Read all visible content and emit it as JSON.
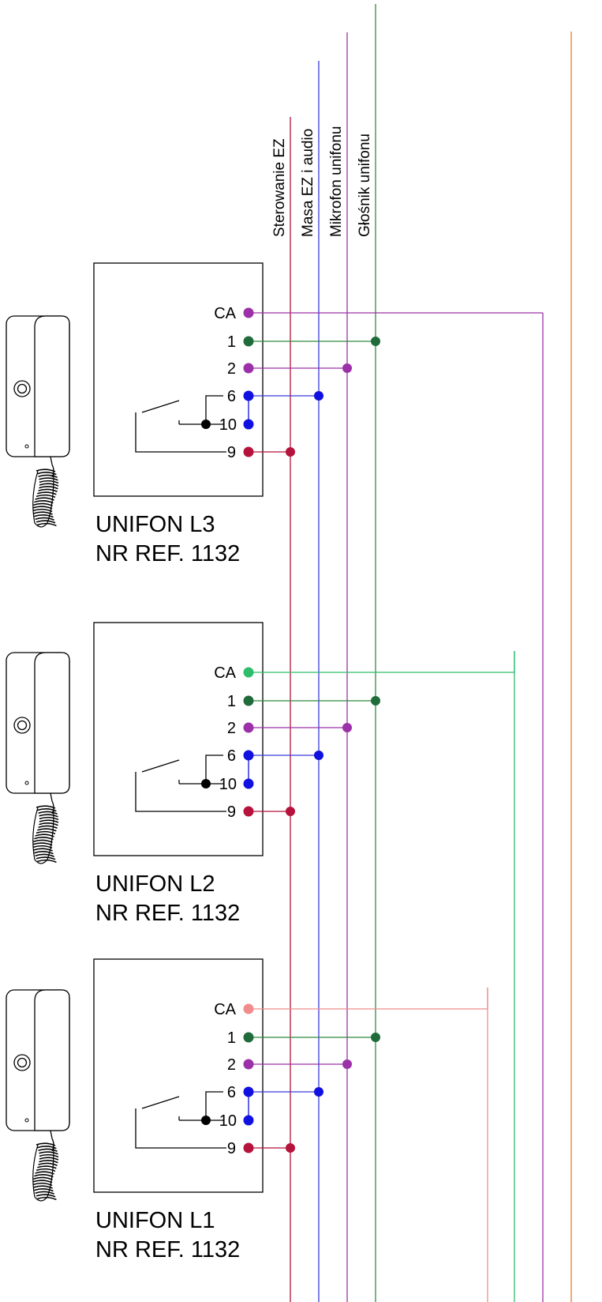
{
  "wires": [
    {
      "id": "sterowanie",
      "label": "Sterowanie EZ",
      "color": "#b5133b"
    },
    {
      "id": "masa",
      "label": "Masa EZ i audio",
      "color": "#3b3bdb"
    },
    {
      "id": "mikrofon",
      "label": "Mikrofon unifonu",
      "color": "#9b30a8"
    },
    {
      "id": "glosnik",
      "label": "Głośnik unifonu",
      "color": "#2e8b3e"
    }
  ],
  "ca_lines": [
    {
      "color": "#e87830"
    },
    {
      "color": "#9b30a8"
    },
    {
      "color": "#2ebd6b"
    },
    {
      "color": "#f08c8c"
    }
  ],
  "units": [
    {
      "name": "UNIFON L3",
      "ref": "NR REF. 1132",
      "ca_color": "#9b30a8"
    },
    {
      "name": "UNIFON L2",
      "ref": "NR REF. 1132",
      "ca_color": "#2ebd6b"
    },
    {
      "name": "UNIFON L1",
      "ref": "NR REF. 1132",
      "ca_color": "#f08c8c"
    }
  ],
  "terminals": [
    "CA",
    "1",
    "2",
    "6",
    "10",
    "9"
  ],
  "terminal_colors": {
    "t1": "#1f6b3a",
    "t2": "#9b30a8",
    "t6": "#1010e0",
    "t10": "#1010e0",
    "t9": "#b5133b",
    "junction": "#000000"
  }
}
